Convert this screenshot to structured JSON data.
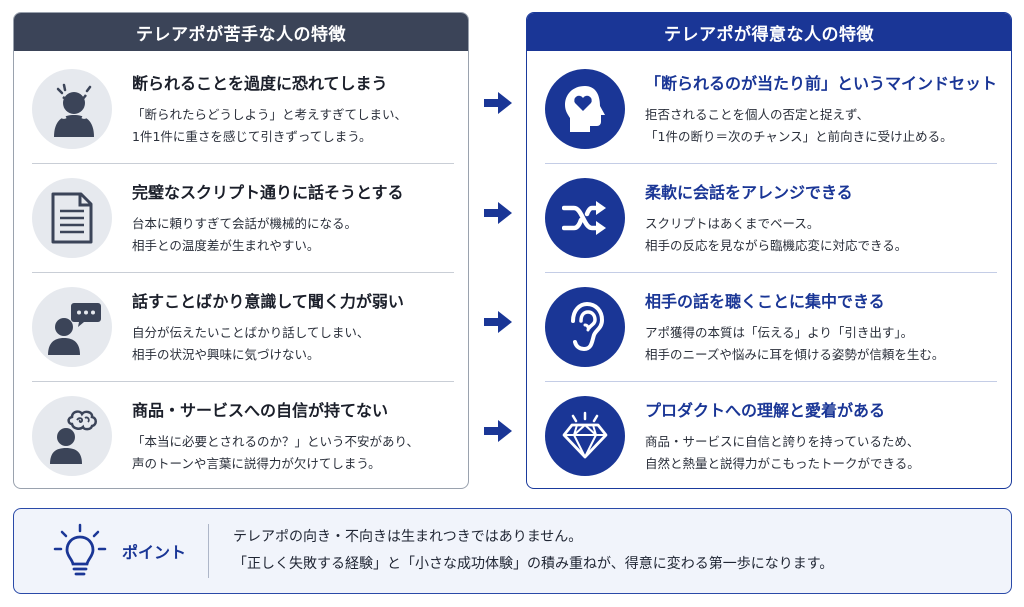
{
  "left_panel": {
    "header": "テレアポが苦手な人の特徴",
    "items": [
      {
        "title": "断られることを過度に恐れてしまう",
        "line1": "「断られたらどうしよう」と考えすぎてしまい、",
        "line2": "1件1件に重さを感じて引きずってしまう。",
        "icon": "anxious-person-icon"
      },
      {
        "title": "完璧なスクリプト通りに話そうとする",
        "line1": "台本に頼りすぎて会話が機械的になる。",
        "line2": "相手との温度差が生まれやすい。",
        "icon": "document-icon"
      },
      {
        "title": "話すことばかり意識して聞く力が弱い",
        "line1": "自分が伝えたいことばかり話してしまい、",
        "line2": "相手の状況や興味に気づけない。",
        "icon": "person-speech-bubble-icon"
      },
      {
        "title": "商品・サービスへの自信が持てない",
        "line1": "「本当に必要とされるのか？」という不安があり、",
        "line2": "声のトーンや言葉に説得力が欠けてしまう。",
        "icon": "person-confused-cloud-icon"
      }
    ]
  },
  "right_panel": {
    "header": "テレアポが得意な人の特徴",
    "items": [
      {
        "title": "「断られるのが当たり前」というマインドセット",
        "line1": "拒否されることを個人の否定と捉えず、",
        "line2": "「1件の断り＝次のチャンス」と前向きに受け止める。",
        "icon": "head-heart-icon"
      },
      {
        "title": "柔軟に会話をアレンジできる",
        "line1": "スクリプトはあくまでベース。",
        "line2": "相手の反応を見ながら臨機応変に対応できる。",
        "icon": "shuffle-icon"
      },
      {
        "title": "相手の話を聴くことに集中できる",
        "line1": "アポ獲得の本質は「伝える」より「引き出す」。",
        "line2": "相手のニーズや悩みに耳を傾ける姿勢が信頼を生む。",
        "icon": "ear-icon"
      },
      {
        "title": "プロダクトへの理解と愛着がある",
        "line1": "商品・サービスに自信と誇りを持っているため、",
        "line2": "自然と熱量と説得力がこもったトークができる。",
        "icon": "diamond-icon"
      }
    ]
  },
  "point": {
    "label": "ポイント",
    "line1": "テレアポの向き・不向きは生まれつきではありません。",
    "line2": "「正しく失敗する経験」と「小さな成功体験」の積み重ねが、得意に変わる第一歩になります。",
    "icon": "lightbulb-icon"
  },
  "colors": {
    "left_header": "#3b4458",
    "right_header": "#1a3696",
    "accent": "#1a3696"
  }
}
